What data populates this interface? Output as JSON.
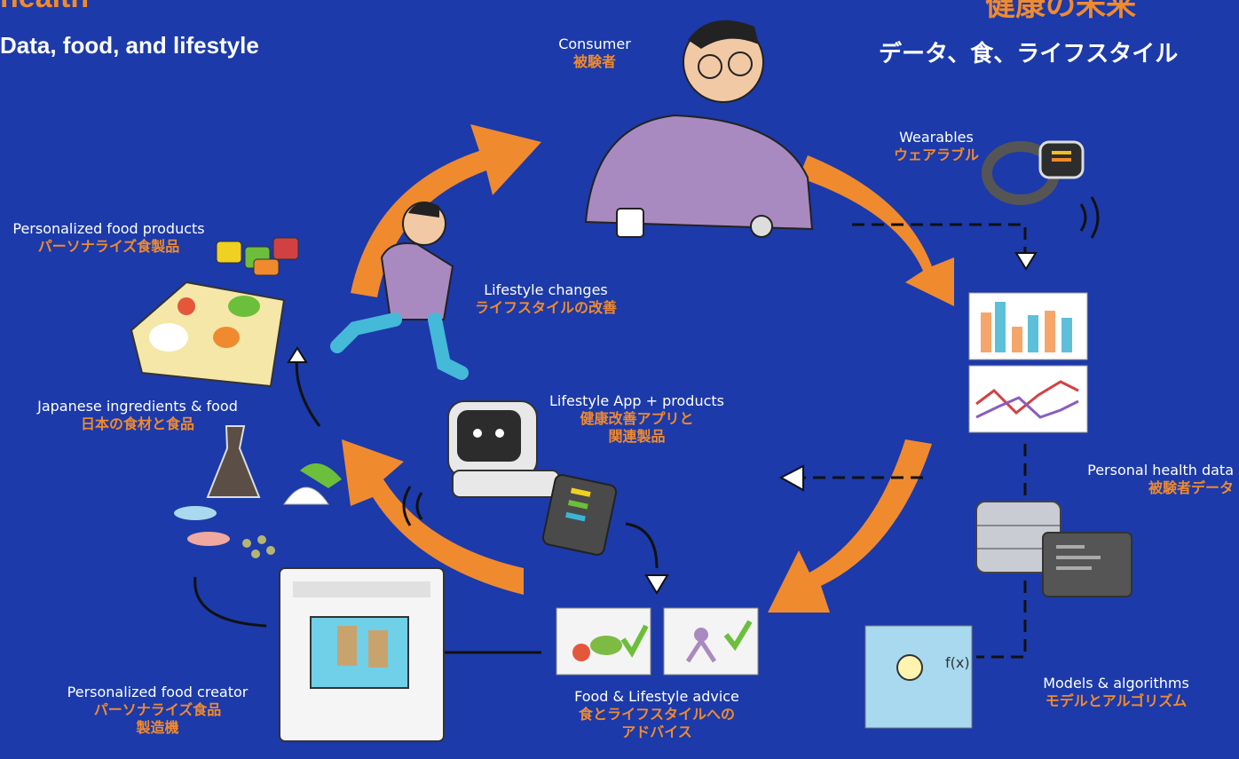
{
  "header": {
    "title_en_partial": "health",
    "subtitle_en": "Data, food, and lifestyle",
    "title_jp_partial": "健康の未来",
    "subtitle_jp": "データ、食、ライフスタイル"
  },
  "nodes": {
    "consumer": {
      "en": "Consumer",
      "jp": "被験者"
    },
    "wearables": {
      "en": "Wearables",
      "jp": "ウェアラブル"
    },
    "personal_data": {
      "en": "Personal health data",
      "jp": "被験者データ"
    },
    "models": {
      "en": "Models & algorithms",
      "jp": "モデルとアルゴリズム"
    },
    "advice": {
      "en": "Food & Lifestyle advice",
      "jp1": "食とライフスタイルへの",
      "jp2": "アドバイス"
    },
    "app": {
      "en": "Lifestyle App + products",
      "jp1": "健康改善アプリと",
      "jp2": "関連製品"
    },
    "lifestyle_changes": {
      "en": "Lifestyle changes",
      "jp": "ライフスタイルの改善"
    },
    "food_products": {
      "en": "Personalized food products",
      "jp": "パーソナライズ食製品"
    },
    "ingredients": {
      "en": "Japanese ingredients & food",
      "jp": "日本の食材と食品"
    },
    "creator": {
      "en": "Personalized food creator",
      "jp1": "パーソナライズ食品",
      "jp2": "製造機"
    }
  },
  "colors": {
    "background": "#1c3aa9",
    "accent": "#f08a2e",
    "text": "#ffffff"
  }
}
